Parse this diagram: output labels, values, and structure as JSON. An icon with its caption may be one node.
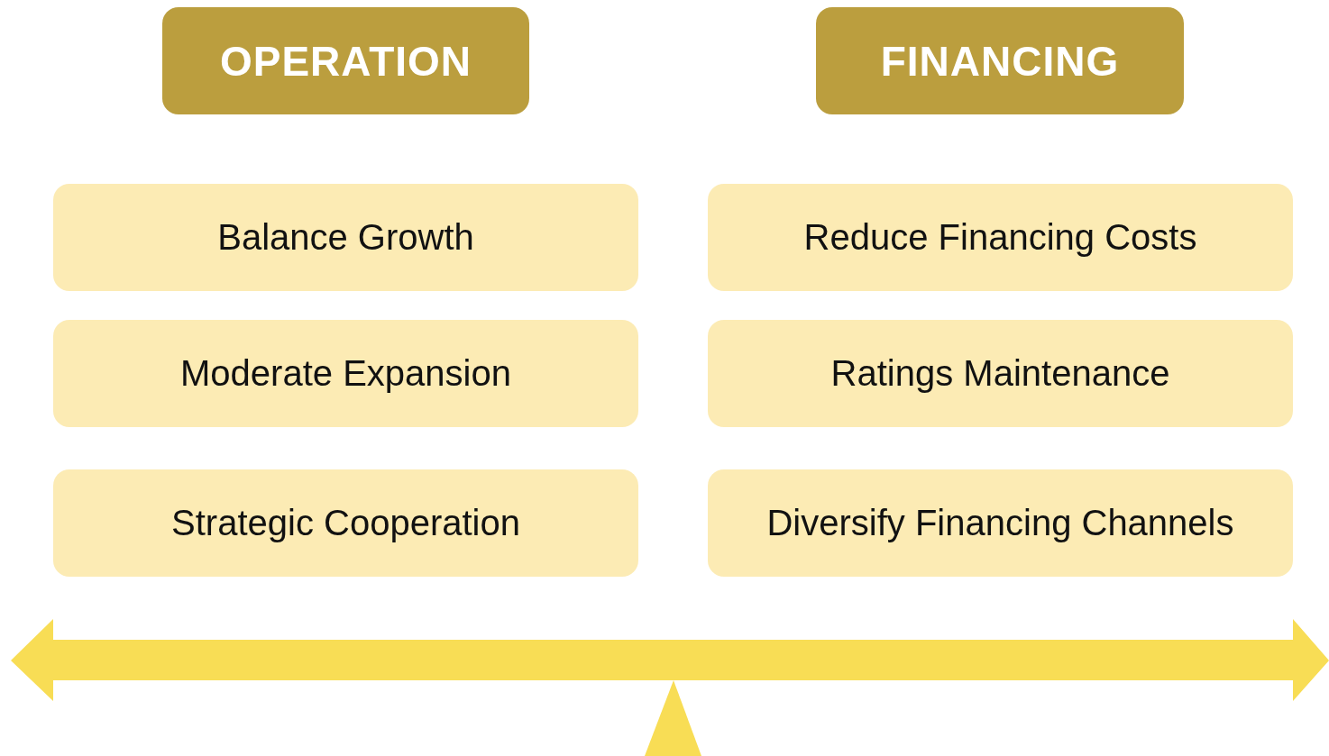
{
  "diagram": {
    "nodes": [
      {
        "text": [
          "OPERATION"
        ]
      },
      {
        "text": [
          "FINANCING"
        ]
      },
      {
        "text": [
          "Balance Growth"
        ]
      },
      {
        "text": [
          "Reduce Financing Costs"
        ]
      },
      {
        "text": [
          "Moderate Expansion"
        ]
      },
      {
        "text": [
          "Ratings Maintenance"
        ]
      },
      {
        "text": [
          "Strategic Cooperation"
        ]
      },
      {
        "text": [
          "Diversify Financing Channels"
        ]
      }
    ]
  }
}
